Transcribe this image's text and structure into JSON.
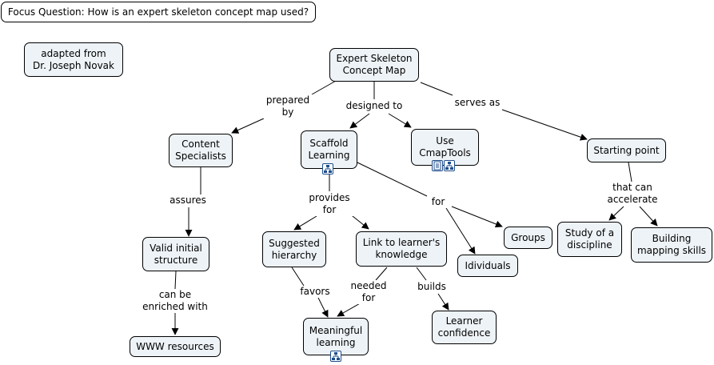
{
  "focus_question": "Focus Question: How is an expert skeleton concept map used?",
  "attribution": "adapted from\nDr. Joseph Novak",
  "concepts": {
    "expert_skeleton": "Expert Skeleton\nConcept Map",
    "content_specialists": "Content\nSpecialists",
    "scaffold_learning": "Scaffold\nLearning",
    "use_cmaptools": "Use\nCmapTools",
    "starting_point": "Starting point",
    "valid_structure": "Valid initial\nstructure",
    "www_resources": "WWW resources",
    "suggested_hierarchy": "Suggested\nhierarchy",
    "link_knowledge": "Link to learner's\nknowledge",
    "groups": "Groups",
    "individuals": "Idividuals",
    "study_discipline": "Study of a\ndiscipline",
    "building_skills": "Building\nmapping skills",
    "meaningful_learning": "Meaningful\nlearning",
    "learner_confidence": "Learner\nconfidence"
  },
  "links": {
    "prepared_by": "prepared\nby",
    "designed_to": "designed to",
    "serves_as": "serves as",
    "assures": "assures",
    "provides_for": "provides\nfor",
    "for": "for",
    "that_can_accelerate": "that can\naccelerate",
    "can_be_enriched": "can be\nenriched with",
    "favors": "favors",
    "needed_for": "needed\nfor",
    "builds": "builds"
  },
  "icons": {
    "scaffold": [
      "concept-map-icon"
    ],
    "cmaptools": [
      "document-icon",
      "concept-map-icon"
    ],
    "meaningful": [
      "concept-map-icon"
    ]
  }
}
